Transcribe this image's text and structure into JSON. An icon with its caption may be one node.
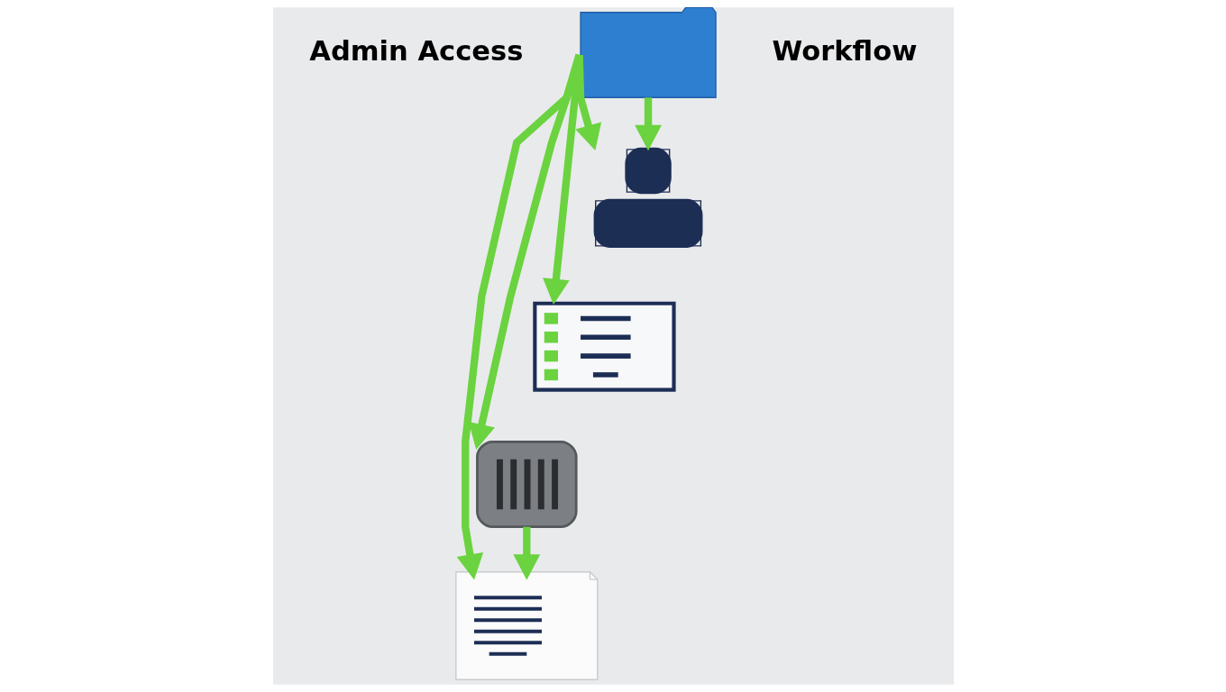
{
  "diagram": {
    "nodes": [
      {
        "text": [],
        "shape": "folder"
      },
      {
        "text": [],
        "shape": "person"
      },
      {
        "text": [],
        "shape": "checklist"
      },
      {
        "text": [],
        "shape": "bin"
      },
      {
        "text": [],
        "shape": "document"
      }
    ],
    "edges": [
      {
        "from": 0,
        "to": 4,
        "arrow": "to"
      },
      {
        "from": 0,
        "to": 3,
        "arrow": "to"
      },
      {
        "from": 0,
        "to": 2,
        "arrow": "to"
      },
      {
        "from": 0,
        "to": 1,
        "arrow": "to"
      },
      {
        "from": 0,
        "to": 1,
        "arrow": "to"
      },
      {
        "from": 3,
        "to": 4,
        "arrow": "to"
      }
    ],
    "labels": [
      "Admin Access",
      "Workflow"
    ]
  }
}
